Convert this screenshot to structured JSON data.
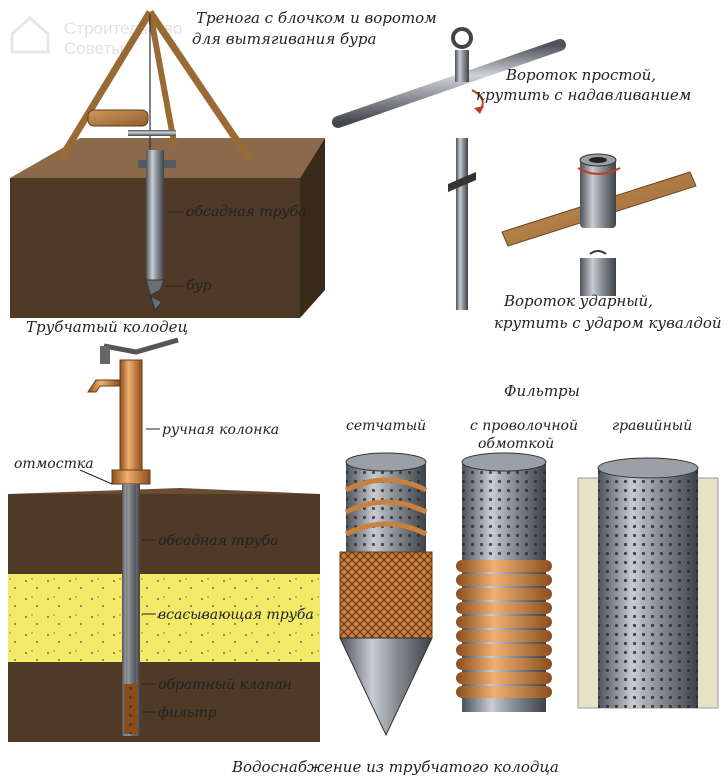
{
  "watermark": {
    "line1": "Строительство",
    "line2": "Советы"
  },
  "tripod": {
    "title_line1": "Тренога с блочком и воротом",
    "title_line2": "для вытягивания бура",
    "casing": "обсадная труба",
    "drill": "бур",
    "caption": "Трубчатый колодец"
  },
  "simple_handle": {
    "line1": "Вороток простой,",
    "line2": "крутить с надавливанием"
  },
  "impact_handle": {
    "line1": "Вороток ударный,",
    "line2": "крутить с ударом кувалдой"
  },
  "well": {
    "pump": "ручная колонка",
    "apron": "отмостка",
    "casing": "обсадная труба",
    "suction": "всасывающая труба",
    "check_valve": "обратный клапан",
    "filter": "фильтр"
  },
  "filters": {
    "title": "Фильтры",
    "mesh": "сетчатый",
    "wire_line1": "с проволочной",
    "wire_line2": "обмоткой",
    "gravel": "гравийный"
  },
  "footer": "Водоснабжение из трубчатого колодца",
  "colors": {
    "soil_dark": "#4a3420",
    "soil_mid": "#6b4c33",
    "sand": "#f3ea6a",
    "copper": "#c9813f",
    "steel": "#7a7f86",
    "wood": "#b07b45"
  }
}
